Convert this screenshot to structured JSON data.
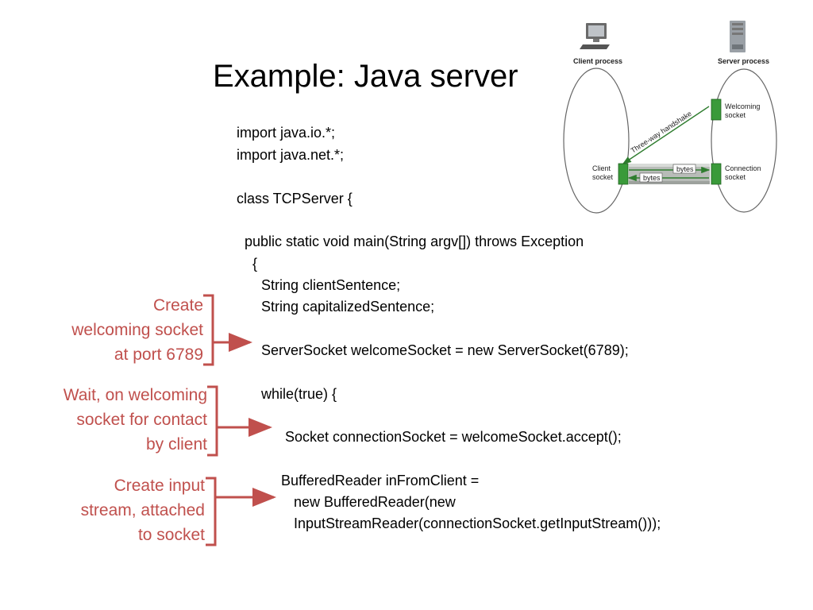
{
  "slide": {
    "title": "Example: Java server"
  },
  "code": {
    "lines": [
      "import java.io.*;",
      "import java.net.*;",
      "class TCPServer {",
      "public static void main(String argv[]) throws Exception",
      "{",
      "String clientSentence;",
      "String capitalizedSentence;",
      "ServerSocket welcomeSocket = new ServerSocket(6789);",
      "while(true) {",
      "Socket connectionSocket = welcomeSocket.accept();",
      "BufferedReader inFromClient =",
      "new BufferedReader(new",
      "InputStreamReader(connectionSocket.getInputStream()));"
    ]
  },
  "annotations": [
    {
      "lines": [
        "Create",
        "welcoming socket",
        "at port 6789"
      ]
    },
    {
      "lines": [
        "Wait, on welcoming",
        "socket for contact",
        "by client"
      ]
    },
    {
      "lines": [
        "Create input",
        "stream, attached",
        "to socket"
      ]
    }
  ],
  "diagram": {
    "client_label": "Client process",
    "server_label": "Server process",
    "handshake_label": "Three-way handshake",
    "client_socket": [
      "Client",
      "socket"
    ],
    "welcoming_socket": [
      "Welcoming",
      "socket"
    ],
    "connection_socket": [
      "Connection",
      "socket"
    ],
    "bytes_label": "bytes",
    "colors": {
      "accent": "#c0504d",
      "socket": "#3a9a3a",
      "pipe": "#b8bcb8"
    }
  }
}
